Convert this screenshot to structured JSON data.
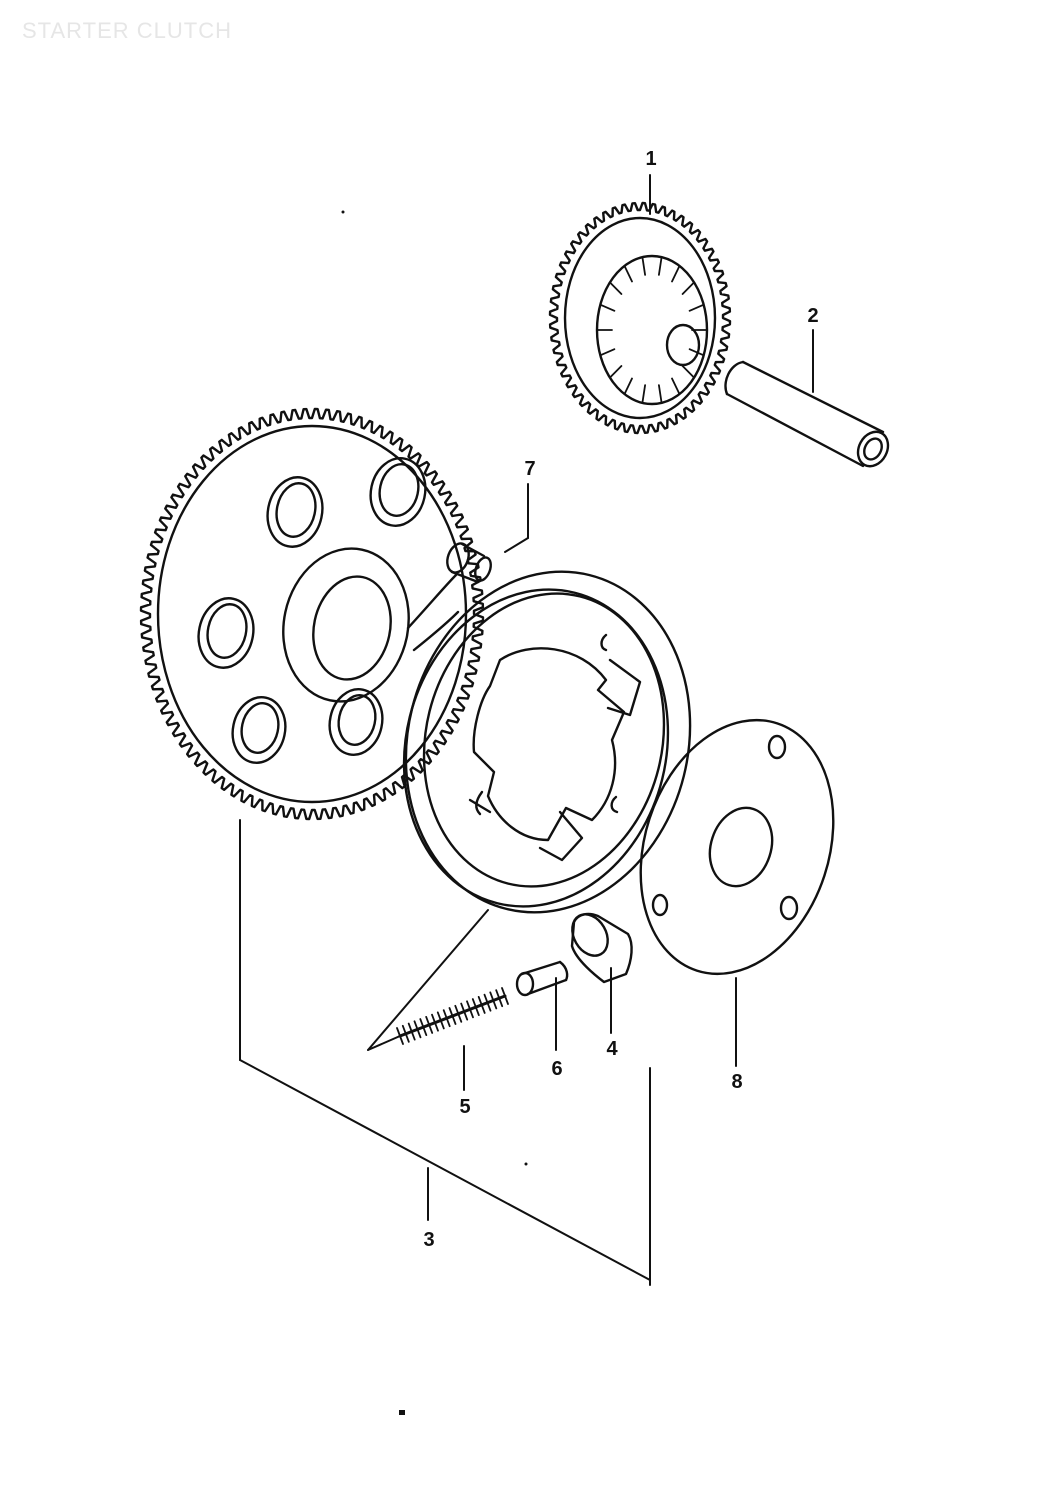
{
  "title": "STARTER CLUTCH",
  "callouts": {
    "c1": "1",
    "c2": "2",
    "c3": "3",
    "c4": "4",
    "c5": "5",
    "c6": "6",
    "c7": "7",
    "c8": "8"
  }
}
